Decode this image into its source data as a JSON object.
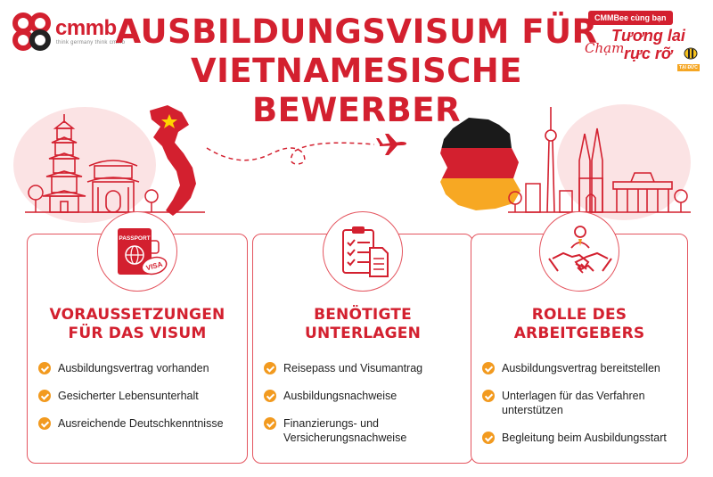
{
  "header": {
    "logo": {
      "brand": "cmmb",
      "tagline": "think germany     think cmmb"
    },
    "title_line1": "AUSBILDUNGSVISUM FÜR",
    "title_line2": "VIETNAMESISCHE BEWERBER",
    "promo": {
      "chip": "CMMBee cùng bạn",
      "line1": "Tương lai",
      "script": "Chạm",
      "line2": "rực rỡ",
      "sub": "TẠI ĐỨC"
    }
  },
  "illustration": {
    "passport_label": "PASSPORT",
    "visa_label": "VISA"
  },
  "cards": [
    {
      "title_line1": "VORAUSSETZUNGEN",
      "title_line2": "FÜR DAS VISUM",
      "items": [
        "Ausbildungsvertrag vorhanden",
        "Gesicherter Lebensunterhalt",
        "Ausreichende Deutschkenntnisse"
      ]
    },
    {
      "title_line1": "BENÖTIGTE",
      "title_line2": "UNTERLAGEN",
      "items": [
        "Reisepass und Visumantrag",
        "Ausbildungsnachweise",
        "Finanzierungs- und Versicherungsnachweise"
      ]
    },
    {
      "title_line1": "ROLLE DES",
      "title_line2": "ARBEITGEBERS",
      "items": [
        "Ausbildungsvertrag bereitstellen",
        "Unterlagen für das Verfahren unterstützen",
        "Begleitung beim Ausbildungsstart"
      ]
    }
  ],
  "colors": {
    "brand_red": "#d3202f",
    "accent_orange": "#f29a1f",
    "germany_black": "#1a1a1a",
    "germany_gold": "#f7a823",
    "vietnam_star": "#ffd400"
  },
  "icons": [
    "cmmb-logo-icon",
    "bee-icon",
    "pagoda-icon",
    "temple-gate-icon",
    "vietnam-map-icon",
    "airplane-icon",
    "germany-map-icon",
    "tv-tower-icon",
    "cathedral-icon",
    "brandenburg-gate-icon",
    "passport-icon",
    "clipboard-icon",
    "handshake-icon",
    "check-icon"
  ]
}
